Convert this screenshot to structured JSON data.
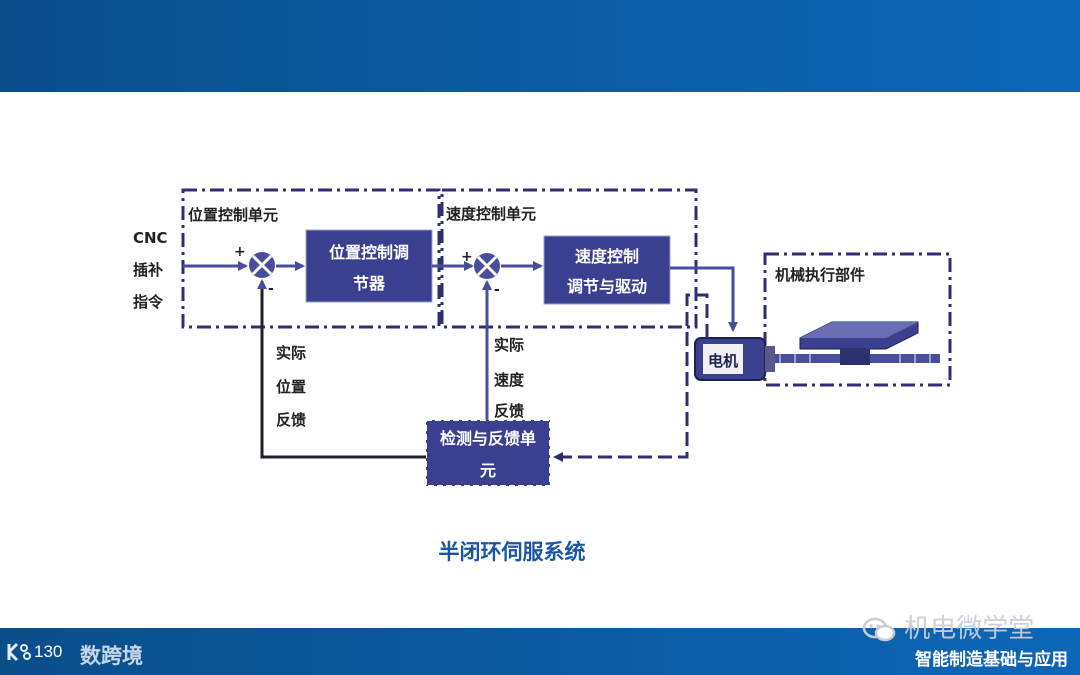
{
  "diagram": {
    "cnc_input": [
      "CNC",
      "插补",
      "指令"
    ],
    "position_unit_label": "位置控制单元",
    "speed_unit_label": "速度控制单元",
    "position_regulator": [
      "位置控制调",
      "节器"
    ],
    "speed_regulator": [
      "速度控制",
      "调节与驱动"
    ],
    "motor_label": "电机",
    "actuator_label": "机械执行部件",
    "feedback_unit": [
      "检测与反馈单",
      "元"
    ],
    "actual_position": [
      "实际",
      "位置",
      "反馈"
    ],
    "actual_speed": [
      "实际",
      "速度",
      "反馈"
    ],
    "plus_sign": "+",
    "minus_sign": "-"
  },
  "caption": "半闭环伺服系统",
  "footer": {
    "page_number": "130",
    "watermark_left": "数跨境",
    "watermark_right": "机电微学堂",
    "subtitle": "智能制造基础与应用"
  },
  "colors": {
    "header": "#0c5da6",
    "box_fill": "#3b3f8f",
    "dash_line": "#2e2f73",
    "caption": "#1b56a6"
  }
}
